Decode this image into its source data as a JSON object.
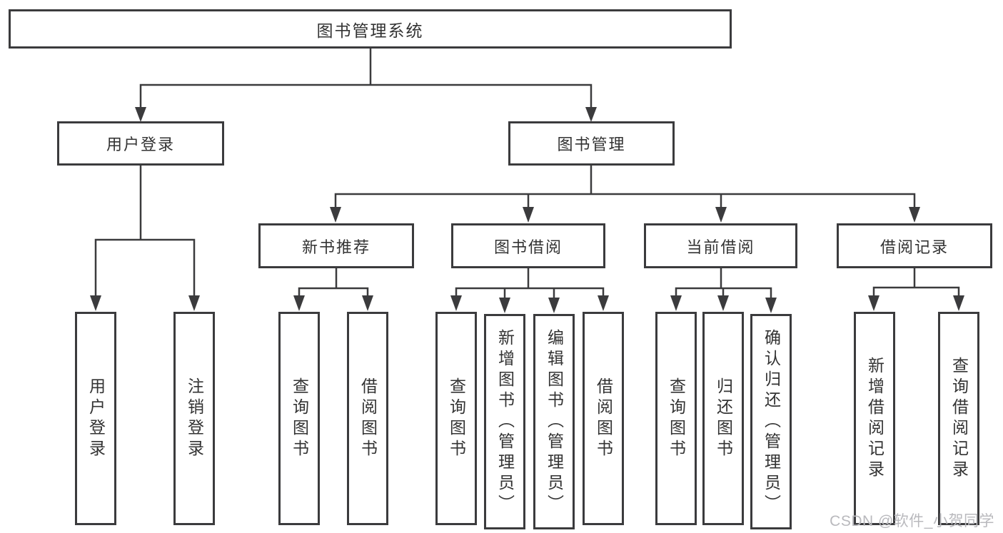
{
  "tree": {
    "root": "图书管理系统",
    "branches": [
      {
        "label": "用户登录",
        "children": [
          "用户登录",
          "注销登录"
        ]
      },
      {
        "label": "图书管理",
        "groups": [
          {
            "label": "新书推荐",
            "children": [
              "查询图书",
              "借阅图书"
            ]
          },
          {
            "label": "图书借阅",
            "children": [
              "查询图书",
              "新增图书（管理员）",
              "编辑图书（管理员）",
              "借阅图书"
            ]
          },
          {
            "label": "当前借阅",
            "children": [
              "查询图书",
              "归还图书",
              "确认归还（管理员）"
            ]
          },
          {
            "label": "借阅记录",
            "children": [
              "新增借阅记录",
              "查询借阅记录"
            ]
          }
        ]
      }
    ]
  },
  "watermark": {
    "text": "CSDN @软件_小贺同学"
  },
  "colors": {
    "line": "#3b3b3d",
    "box_border": "#3b3b3d",
    "text": "#333333",
    "background": "#ffffff",
    "watermark": "#b9b9bd"
  }
}
